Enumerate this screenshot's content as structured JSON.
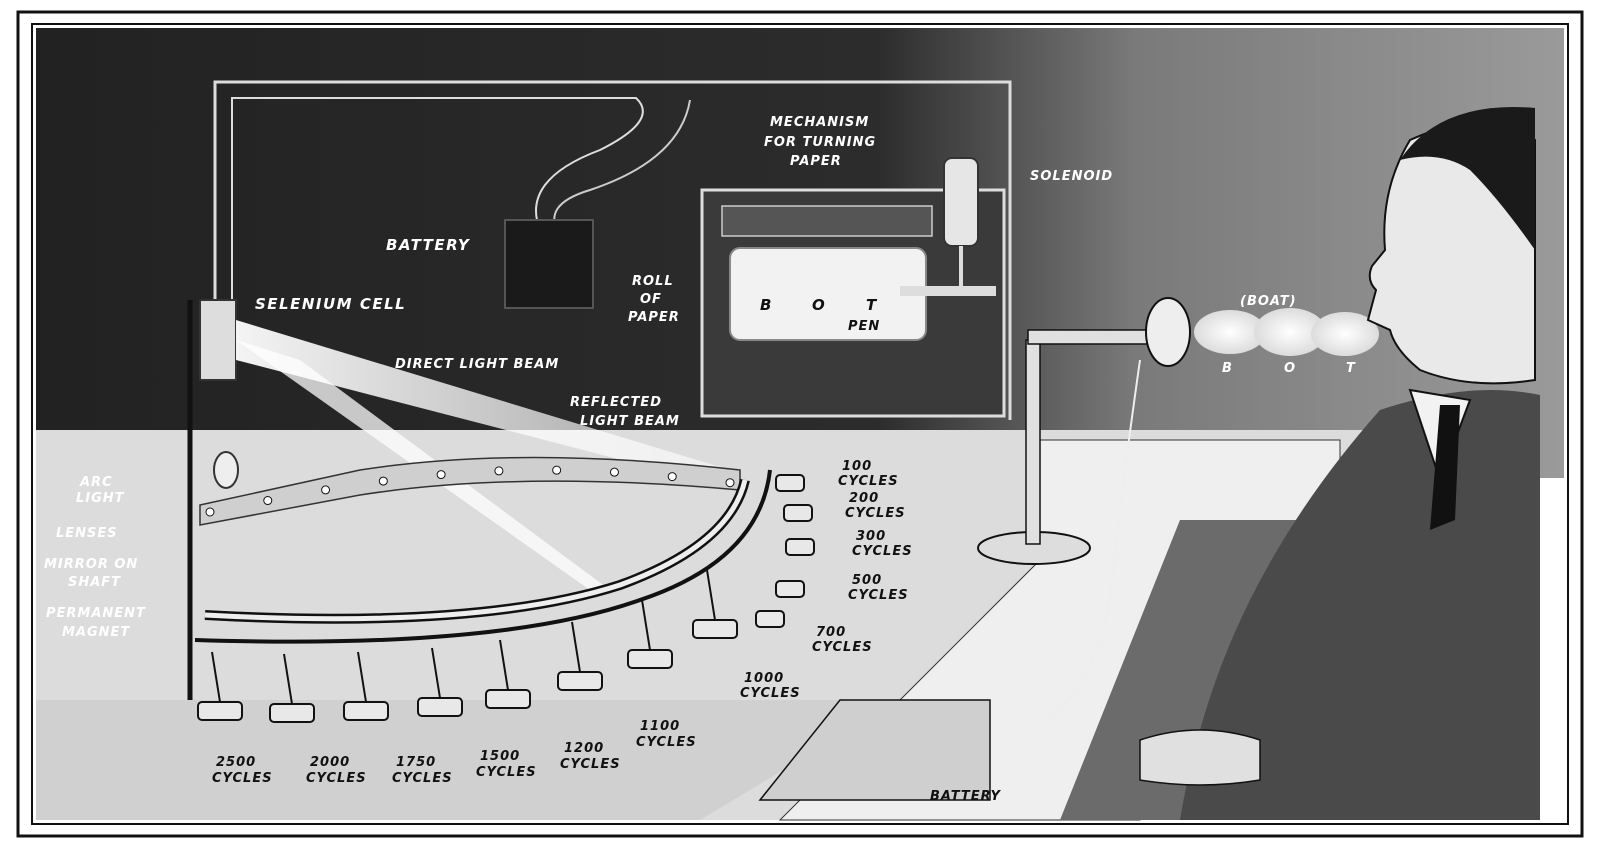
{
  "labels": {
    "mechanism_line1": "MECHANISM",
    "mechanism_line2": "FOR TURNING",
    "mechanism_line3": "PAPER",
    "solenoid": "SOLENOID",
    "battery_top": "BATTERY",
    "selenium_cell": "SELENIUM CELL",
    "roll_line1": "ROLL",
    "roll_line2": "OF",
    "roll_line3": "PAPER",
    "pen": "PEN",
    "paper_letters": [
      "B",
      "O",
      "T"
    ],
    "direct_light_beam": "DIRECT LIGHT BEAM",
    "reflected_line1": "REFLECTED",
    "reflected_line2": "LIGHT BEAM",
    "arc_line1": "ARC",
    "arc_line2": "LIGHT",
    "lenses": "LENSES",
    "mirror_line1": "MIRROR ON",
    "mirror_line2": "SHAFT",
    "magnet_line1": "PERMANENT",
    "magnet_line2": "MAGNET",
    "boat": "(BOAT)",
    "speech_letters": [
      "B",
      "O",
      "T"
    ],
    "battery_bottom": "BATTERY"
  },
  "cycles_right": [
    {
      "num": "100",
      "unit": "CYCLES"
    },
    {
      "num": "200",
      "unit": "CYCLES"
    },
    {
      "num": "300",
      "unit": "CYCLES"
    },
    {
      "num": "500",
      "unit": "CYCLES"
    },
    {
      "num": "700",
      "unit": "CYCLES"
    },
    {
      "num": "1000",
      "unit": "CYCLES"
    }
  ],
  "cycles_bottom": [
    {
      "num": "2500",
      "unit": "CYCLES"
    },
    {
      "num": "2000",
      "unit": "CYCLES"
    },
    {
      "num": "1750",
      "unit": "CYCLES"
    },
    {
      "num": "1500",
      "unit": "CYCLES"
    },
    {
      "num": "1200",
      "unit": "CYCLES"
    },
    {
      "num": "1100",
      "unit": "CYCLES"
    }
  ],
  "colors": {
    "dark_wall": "#2a2a2a",
    "light_wall": "#8a8a8a",
    "table": "#e8e8e8",
    "ink": "#111111"
  }
}
